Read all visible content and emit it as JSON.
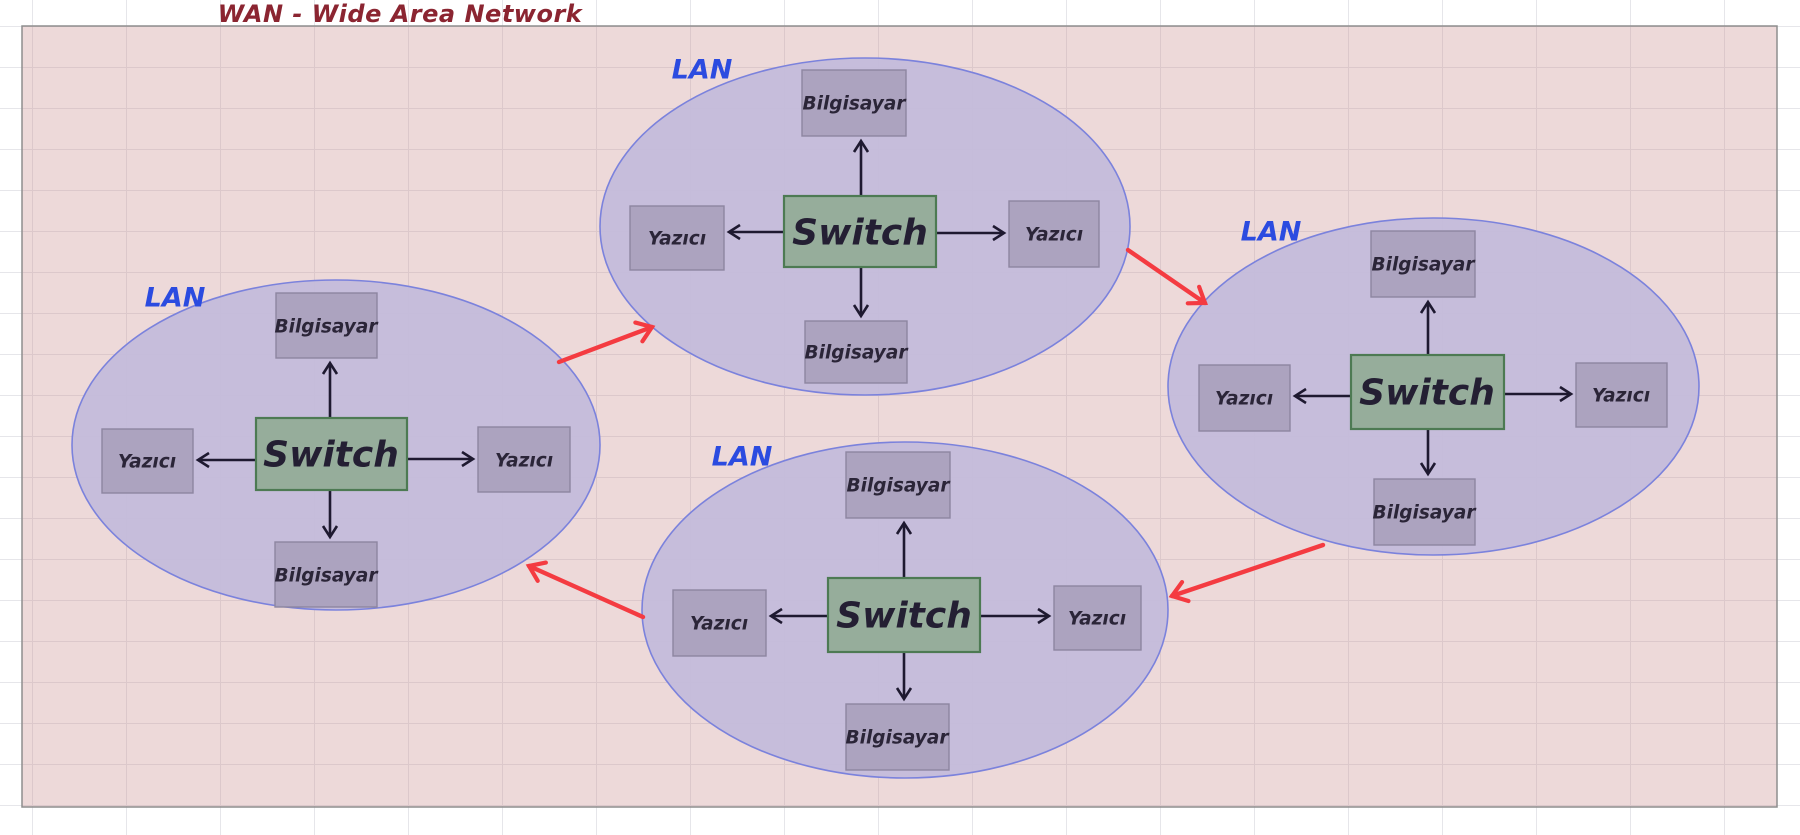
{
  "title": "WAN - Wide Area Network",
  "lans": [
    {
      "id": "top",
      "label": "LAN",
      "switch": "Switch",
      "computer_top": "Bilgisayar",
      "computer_bottom": "Bilgisayar",
      "printer_left": "Yazıcı",
      "printer_right": "Yazıcı"
    },
    {
      "id": "left",
      "label": "LAN",
      "switch": "Switch",
      "computer_top": "Bilgisayar",
      "computer_bottom": "Bilgisayar",
      "printer_left": "Yazıcı",
      "printer_right": "Yazıcı"
    },
    {
      "id": "right",
      "label": "LAN",
      "switch": "Switch",
      "computer_top": "Bilgisayar",
      "computer_bottom": "Bilgisayar",
      "printer_left": "Yazıcı",
      "printer_right": "Yazıcı"
    },
    {
      "id": "bottom",
      "label": "LAN",
      "switch": "Switch",
      "computer_top": "Bilgisayar",
      "computer_bottom": "Bilgisayar",
      "printer_left": "Yazıcı",
      "printer_right": "Yazıcı"
    }
  ],
  "colors": {
    "title_text": "#8b2531",
    "lan_label_text": "#2b4be0",
    "wan_fill": "#c98c8c",
    "wan_border": "#8e8e8e",
    "lan_fill": "#c2bbdb",
    "lan_border": "#7b82dc",
    "device_fill": "#aaa2bd",
    "device_border": "#8d86a0",
    "device_text": "#2b2538",
    "switch_fill": "#96ad9b",
    "switch_border": "#4d7a53",
    "switch_text": "#241f33",
    "link_arrow": "#f43b41",
    "device_arrow": "#1e1930"
  }
}
